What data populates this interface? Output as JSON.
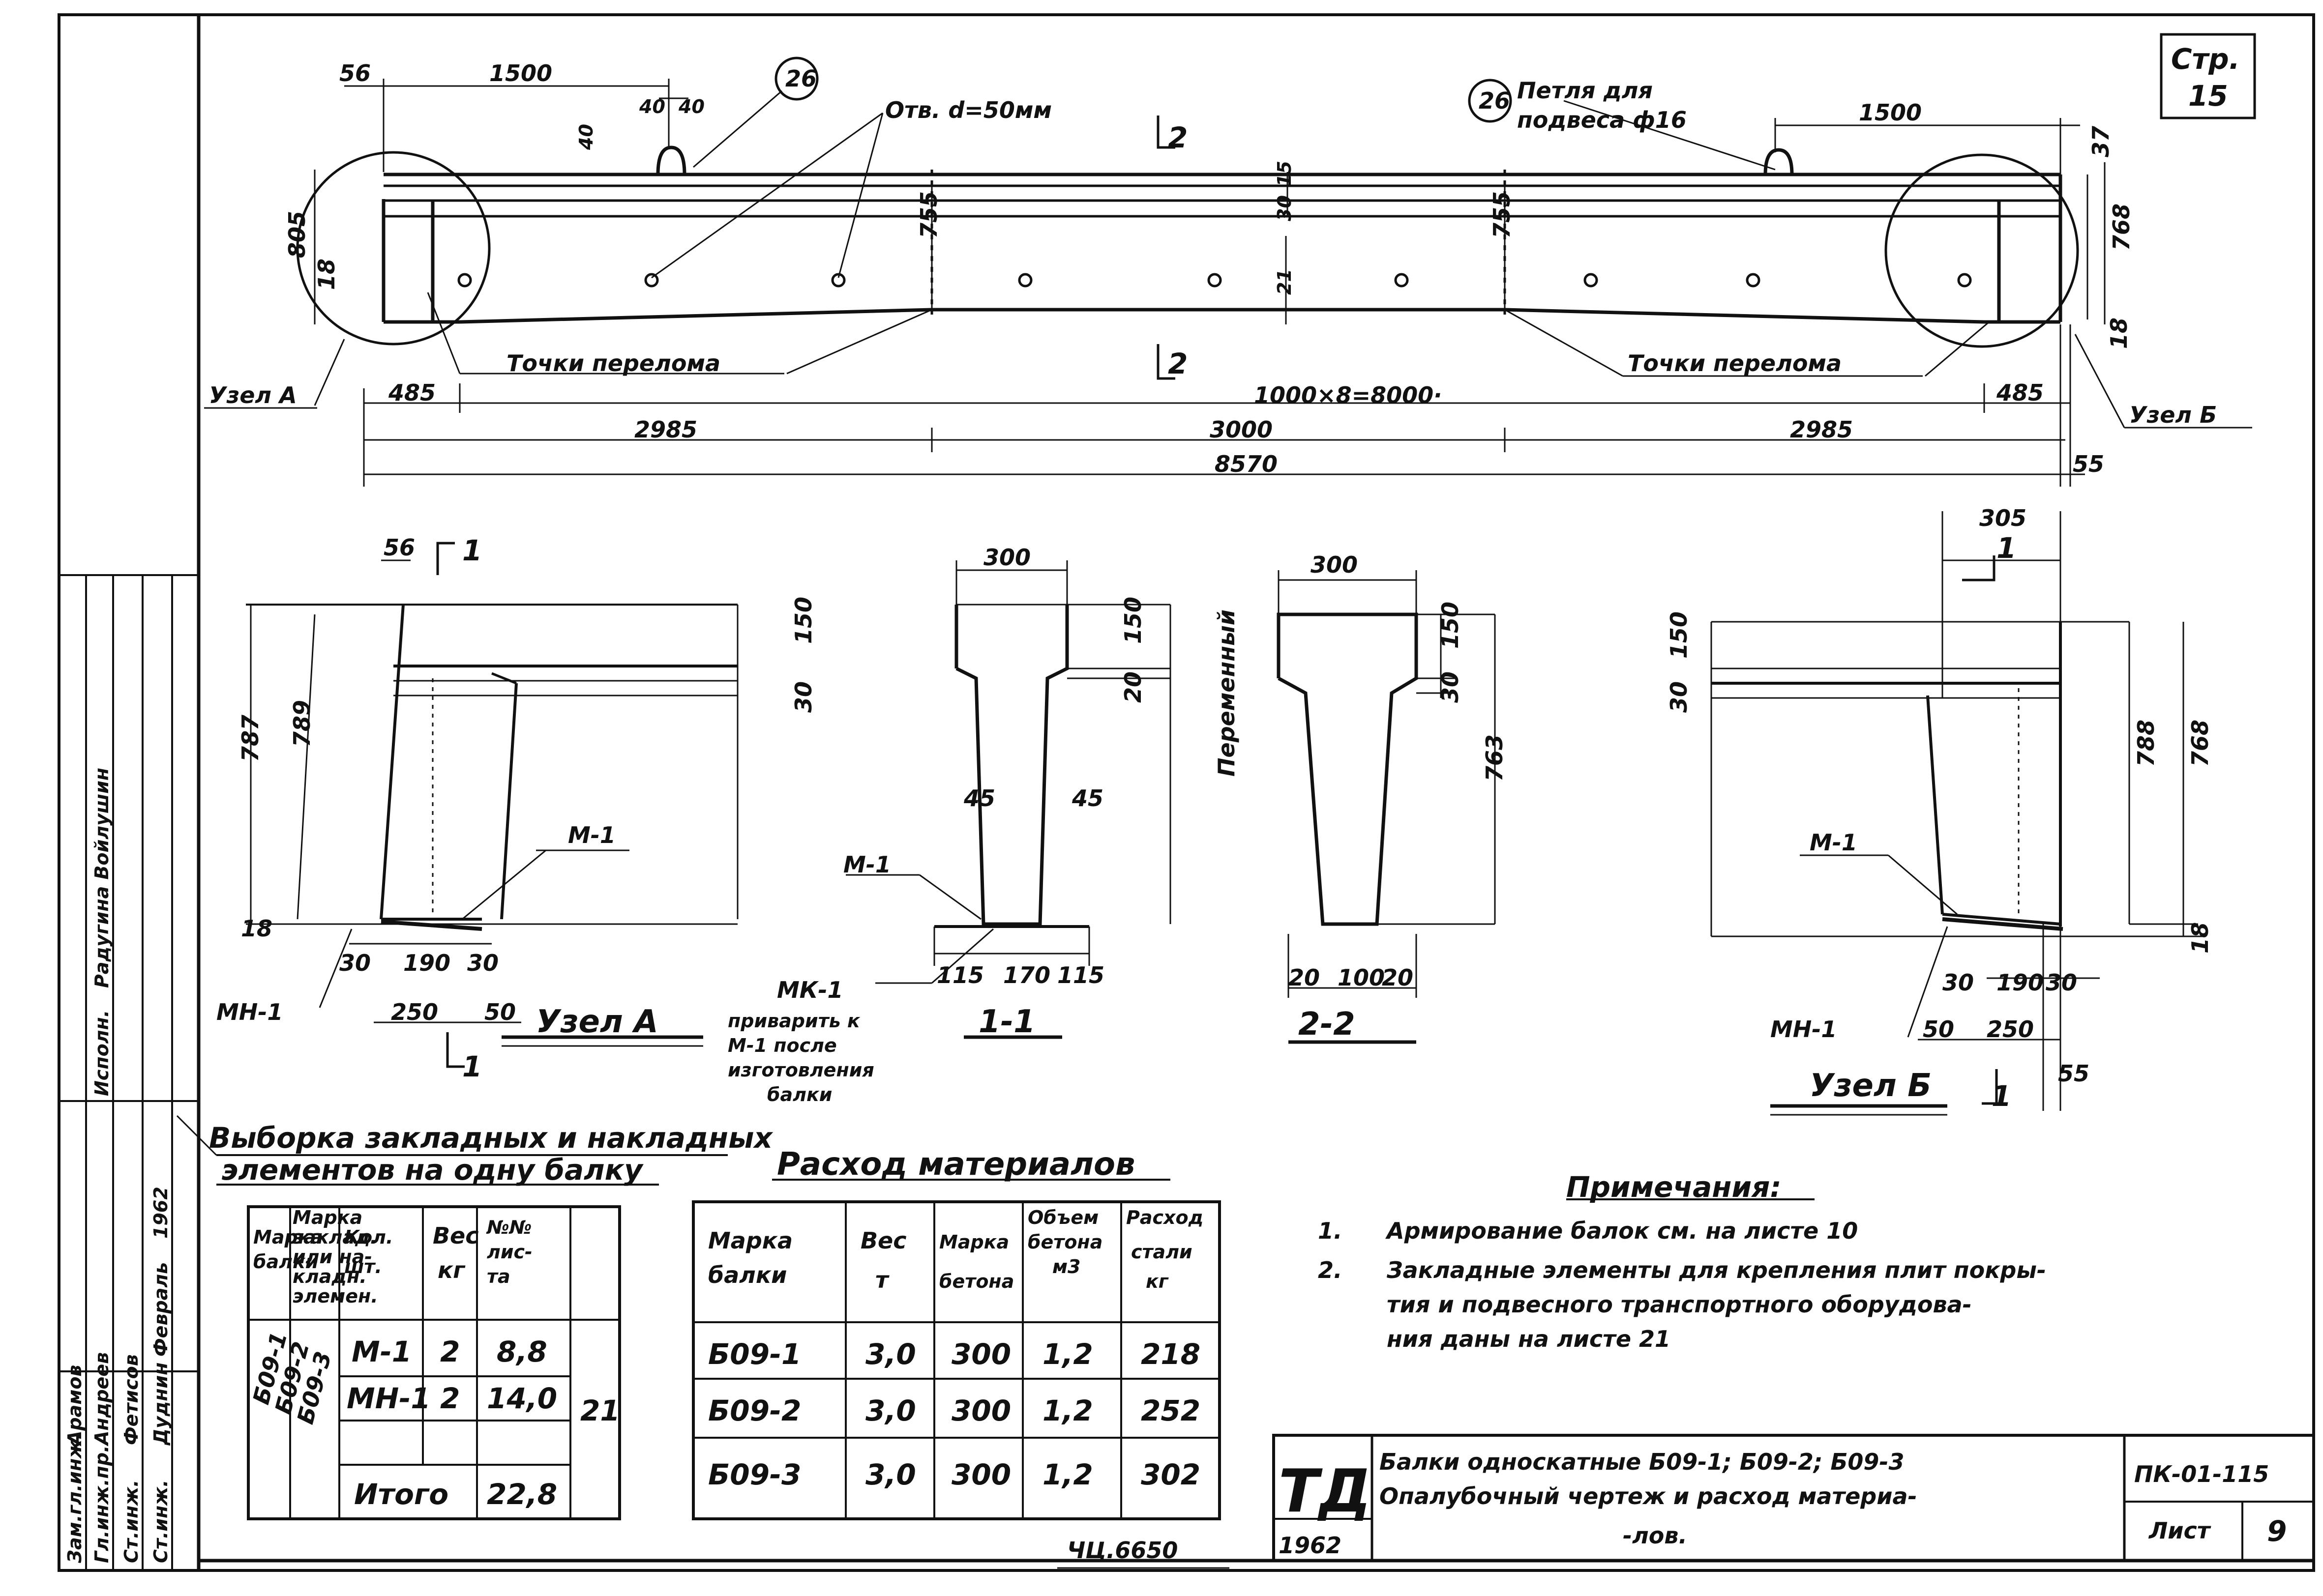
{
  "sheet": {
    "page_label": "Стр.",
    "page_number": "15",
    "archive_no": "ЧЦ.6650",
    "code": "ПК-01-115",
    "sheet_label": "Лист",
    "sheet_number": "9",
    "publisher": "ТД",
    "year": "1962",
    "title": [
      "Балки односкатные Б09-1; Б09-2; Б09-3",
      "Опалубочный чертеж и расход материа-",
      "-лов."
    ]
  },
  "elevation": {
    "mark_2": "2",
    "hole_note": "Отв. d=50мм",
    "loop_ref": "26",
    "loop_note": [
      "Петля для",
      "подвеса ф16"
    ],
    "break_points": "Точки перелома",
    "node_a": "Узел А",
    "node_b": "Узел Б",
    "hole_spacing": "1000×8=8000·",
    "dims": {
      "d56": "56",
      "d1500l": "1500",
      "d40a": "40",
      "d40b": "40",
      "d40c": "40",
      "d805": "805",
      "d755l": "755",
      "d15": "15",
      "d30": "30",
      "d21": "21",
      "d755r": "755",
      "d1500r": "1500",
      "d37": "37",
      "d768": "768",
      "d18l": "18",
      "d18r": "18",
      "d485l": "485",
      "d485r": "485",
      "d2985l": "2985",
      "d3000": "3000",
      "d2985r": "2985",
      "d8570": "8570",
      "d55": "55"
    }
  },
  "node_a": {
    "title": "Узел А",
    "cut": "1",
    "d56": "56",
    "d787": "787",
    "d789": "789",
    "d150": "150",
    "d30": "30",
    "d18": "18",
    "d30a": "30",
    "d190": "190",
    "d30b": "30",
    "d250": "250",
    "d50": "50",
    "m1": "М-1",
    "mn1": "МН-1"
  },
  "section_1": {
    "title": "1-1",
    "d300": "300",
    "d150": "150",
    "d20": "20",
    "d45l": "45",
    "d45r": "45",
    "variable": "Переменный",
    "d115l": "115",
    "d170": "170",
    "d115r": "115",
    "m1": "М-1",
    "mk1": "МК-1",
    "weld_note": [
      "приварить к",
      "М-1 после",
      "изготовления",
      "балки"
    ]
  },
  "section_2": {
    "title": "2-2",
    "d300": "300",
    "d150": "150",
    "d30": "30",
    "d763": "763",
    "d20l": "20",
    "d100": "100",
    "d20r": "20"
  },
  "node_b": {
    "title": "Узел Б",
    "cut": "1",
    "d305": "305",
    "d150": "150",
    "d30": "30",
    "d788": "788",
    "d768": "768",
    "d18": "18",
    "d30a": "30",
    "d190": "190",
    "d30b": "30",
    "d50": "50",
    "d250": "250",
    "d55": "55",
    "m1": "М-1",
    "mn1": "МН-1"
  },
  "embedded_table": {
    "title_line1": "Выборка закладных и накладных",
    "title_line2": "элементов на одну балку",
    "headers": [
      [
        "Марка",
        "балки"
      ],
      [
        "Марка",
        "заклад.",
        "или на-",
        "кладн.",
        "элемен."
      ],
      [
        "Кол.",
        "шт."
      ],
      [
        "Вес",
        "кг"
      ],
      [
        "№№",
        "лис-",
        "та"
      ]
    ],
    "beam_marks": [
      "Б09-1",
      "Б09-2",
      "Б09-3"
    ],
    "rows": [
      [
        "М-1",
        "2",
        "8,8"
      ],
      [
        "МН-1",
        "2",
        "14,0"
      ]
    ],
    "sheet_ref": "21",
    "total_label": "Итого",
    "total_value": "22,8"
  },
  "materials_table": {
    "title": "Расход материалов",
    "headers": [
      [
        "Марка",
        "балки"
      ],
      [
        "Вес",
        "т"
      ],
      [
        "Марка",
        "бетона"
      ],
      [
        "Объем",
        "бетона",
        "м3"
      ],
      [
        "Расход",
        "стали",
        "кг"
      ]
    ],
    "rows": [
      [
        "Б09-1",
        "3,0",
        "300",
        "1,2",
        "218"
      ],
      [
        "Б09-2",
        "3,0",
        "300",
        "1,2",
        "252"
      ],
      [
        "Б09-3",
        "3,0",
        "300",
        "1,2",
        "302"
      ]
    ]
  },
  "notes": {
    "title": "Примечания:",
    "items": [
      {
        "num": "1.",
        "lines": [
          "Армирование балок см. на листе 10"
        ]
      },
      {
        "num": "2.",
        "lines": [
          "Закладные элементы для крепления плит покры-",
          "тия и подвесного транспортного оборудова-",
          "ния даны на листе 21"
        ]
      }
    ]
  },
  "stamp": {
    "roles": [
      "Зам.гл.инж.",
      "Гл.инж.пр.",
      "Ст.инж.",
      "Ст.инж."
    ],
    "names": [
      "Арамов",
      "Андреев",
      "Фетисов",
      "Дуднин"
    ],
    "executor_label": "Исполн.",
    "executor_name": "Радугина Войлушин",
    "date": "Февраль",
    "year": "1962"
  }
}
